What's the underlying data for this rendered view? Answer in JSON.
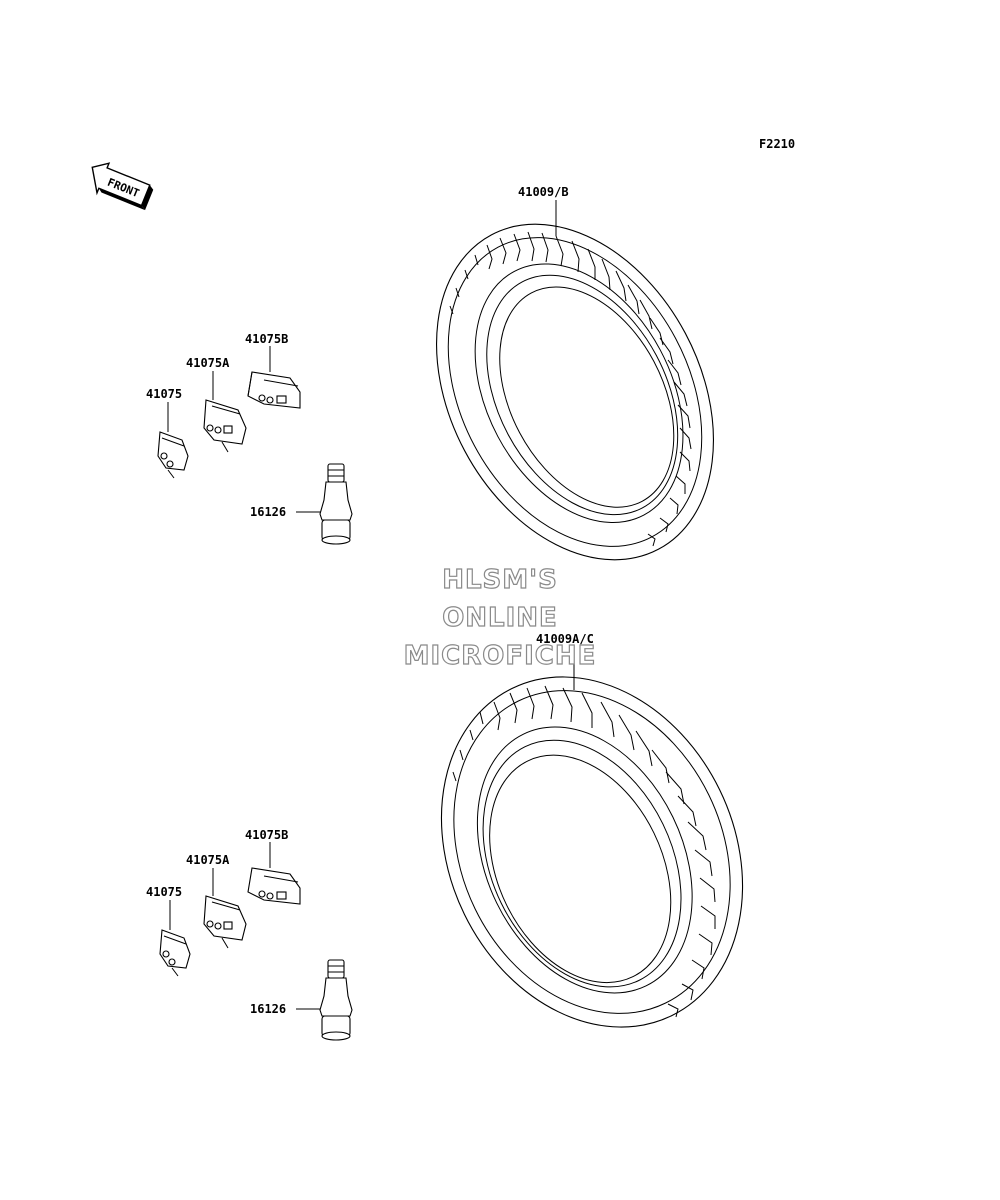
{
  "figure_code": "F2210",
  "front_label": "FRONT",
  "watermark": [
    "HLSM'S",
    "ONLINE",
    "MICROFICHE"
  ],
  "tires": {
    "front": {
      "label": "41009/B"
    },
    "rear": {
      "label": "41009A/C"
    }
  },
  "upper_group": {
    "weight_c": "41075B",
    "weight_b": "41075A",
    "weight_a": "41075",
    "valve": "16126"
  },
  "lower_group": {
    "weight_c": "41075B",
    "weight_b": "41075A",
    "weight_a": "41075",
    "valve": "16126"
  }
}
